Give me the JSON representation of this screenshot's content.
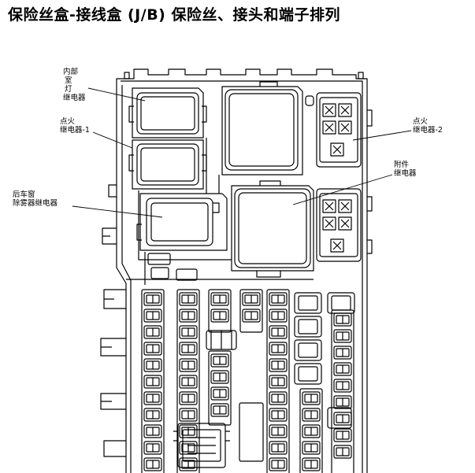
{
  "title": "保险丝盒-接线盒 (J/B) 保险丝、接头和端子排列",
  "labels": {
    "interior_light_relay": [
      "内部",
      "室",
      "灯",
      "继电器"
    ],
    "ignition_relay_1": [
      "点火",
      "继电器-1"
    ],
    "rear_defog_relay": [
      "后车窗",
      "除雾器继电器"
    ],
    "ignition_relay_2": [
      "点火",
      "继电器-2"
    ],
    "accessory_relay": [
      "附件",
      "继电器"
    ]
  },
  "colors": {
    "line": "#000000",
    "background": "#ffffff"
  }
}
